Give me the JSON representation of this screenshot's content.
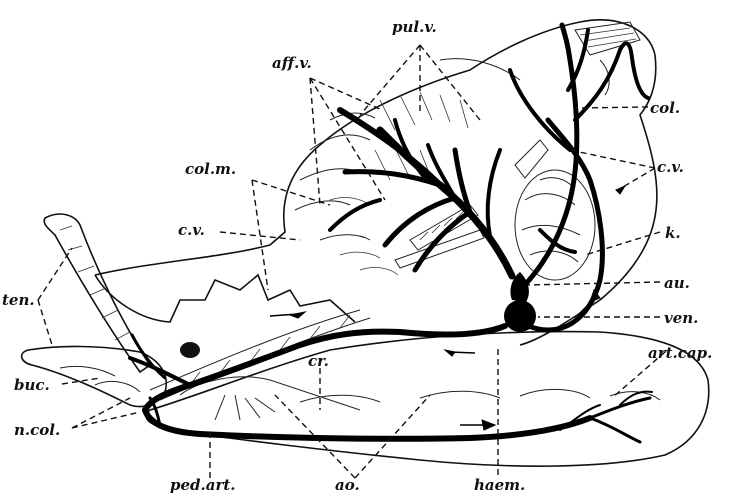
{
  "labels": {
    "pul_v": "pul.v.",
    "aff_v": "aff.v.",
    "col": "col.",
    "c_v_right": "c.v.",
    "col_m": "col.m.",
    "c_v_left": "c.v.",
    "k": "k.",
    "au": "au.",
    "ven": "ven.",
    "art_cap": "art.cap.",
    "ten": "ten.",
    "buc": "buc.",
    "cr": "cr.",
    "n_col": "n.col.",
    "ped_art": "ped.art.",
    "ao": "ao.",
    "haem": "haem."
  }
}
